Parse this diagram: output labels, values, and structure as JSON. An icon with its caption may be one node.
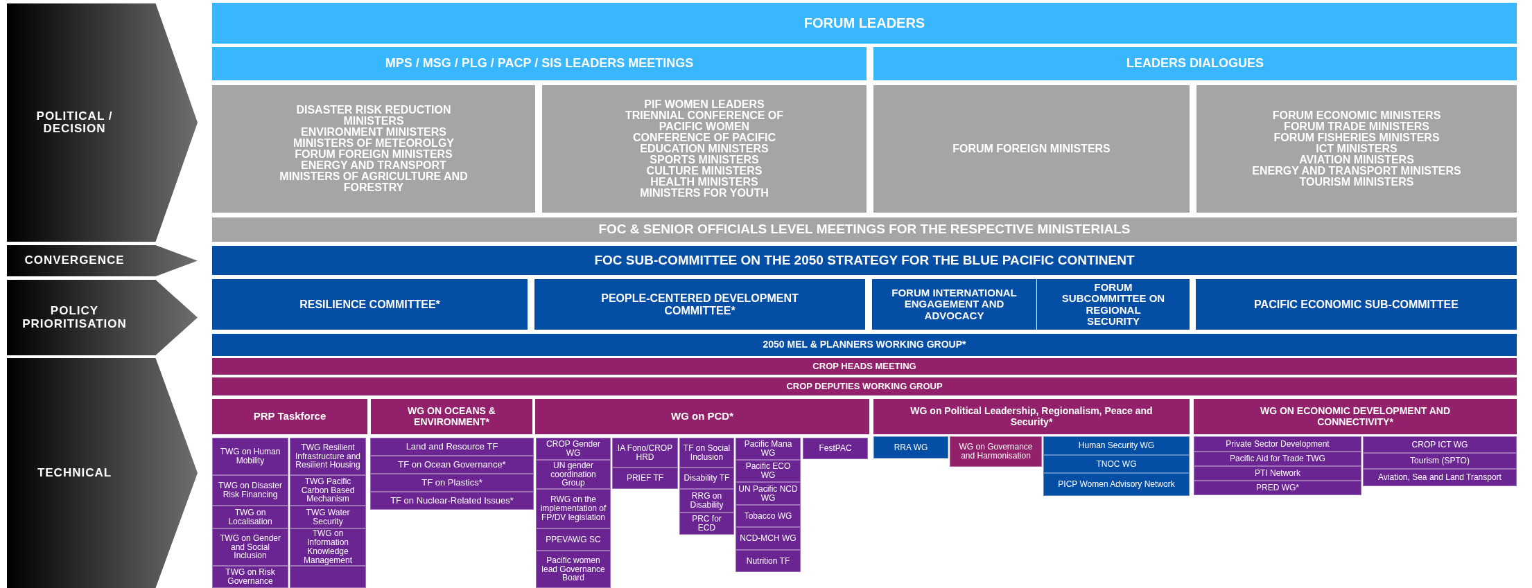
{
  "diagram": {
    "nodes": [
      {
        "text": [
          "POLITICAL / DECISION"
        ]
      },
      {
        "text": [
          "CONVERGENCE"
        ]
      },
      {
        "text": [
          "POLICY PRIORITISATION"
        ]
      },
      {
        "text": [
          "TECHNICAL"
        ]
      },
      {
        "text": [
          "FORUM LEADERS"
        ]
      },
      {
        "text": [
          "MPS / MSG / PLG / PACP / SIS LEADERS MEETINGS"
        ]
      },
      {
        "text": [
          "LEADERS DIALOGUES"
        ]
      },
      {
        "text": [
          "DISASTER RISK REDUCTION MINISTERS",
          "ENVIRONMENT MINISTERS",
          "MINISTERS OF METEOROLGY",
          "FORUM FOREIGN MINISTERS",
          "ENERGY AND TRANSPORT",
          "MINISTERS OF AGRICULTURE AND FORESTRY"
        ]
      },
      {
        "text": [
          "PIF WOMEN LEADERS",
          "TRIENNIAL CONFERENCE OF PACIFIC WOMEN",
          "CONFERENCE OF PACIFIC EDUCATION MINISTERS",
          "SPORTS MINISTERS",
          "CULTURE MINISTERS",
          "HEALTH MINISTERS",
          "MINISTERS FOR YOUTH"
        ]
      },
      {
        "text": [
          "FORUM FOREIGN MINISTERS"
        ]
      },
      {
        "text": [
          "FORUM ECONOMIC MINISTERS",
          "FORUM TRADE MINISTERS",
          "FORUM FISHERIES MINISTERS",
          "ICT MINISTERS",
          "AVIATION MINISTERS",
          "ENERGY AND TRANSPORT MINISTERS",
          "TOURISM MINISTERS"
        ]
      },
      {
        "text": [
          "FOC & SENIOR OFFICIALS LEVEL MEETINGS FOR THE RESPECTIVE MINISTERIALS"
        ]
      },
      {
        "text": [
          "FOC SUB-COMMITTEE ON THE 2050 STRATEGY FOR THE BLUE PACIFIC CONTINENT"
        ]
      },
      {
        "text": [
          "RESILIENCE COMMITTEE*"
        ]
      },
      {
        "text": [
          "PEOPLE-CENTERED DEVELOPMENT COMMITTEE*"
        ]
      },
      {
        "text": [
          "FORUM INTERNATIONAL ENGAGEMENT AND ADVOCACY"
        ]
      },
      {
        "text": [
          "FORUM SUBCOMMITTEE ON REGIONAL SECURITY"
        ]
      },
      {
        "text": [
          "PACIFIC ECONOMIC SUB-COMMITTEE"
        ]
      },
      {
        "text": [
          "2050 MEL & PLANNERS WORKING GROUP*"
        ]
      },
      {
        "text": [
          "CROP HEADS MEETING"
        ]
      },
      {
        "text": [
          "CROP DEPUTIES WORKING GROUP"
        ]
      },
      {
        "text": [
          "PRP Taskforce"
        ]
      },
      {
        "text": [
          "WG ON OCEANS & ENVIRONMENT*"
        ]
      },
      {
        "text": [
          "WG on PCD*"
        ]
      },
      {
        "text": [
          "WG on Political Leadership, Regionalism, Peace and Security*"
        ]
      },
      {
        "text": [
          "WG ON ECONOMIC DEVELOPMENT AND CONNECTIVITY*"
        ]
      },
      {
        "text": [
          "TWG on Human Mobility"
        ]
      },
      {
        "text": [
          "TWG on Disaster Risk Financing"
        ]
      },
      {
        "text": [
          "TWG on Localisation"
        ]
      },
      {
        "text": [
          "TWG on Gender and Social Inclusion"
        ]
      },
      {
        "text": [
          "TWG on Risk Governance"
        ]
      },
      {
        "text": [
          "TWG Resilient Infrastructure and Resilient Housing"
        ]
      },
      {
        "text": [
          "TWG Pacific Carbon Based Mechanism"
        ]
      },
      {
        "text": [
          "TWG Water Security"
        ]
      },
      {
        "text": [
          "TWG on Information Knowledge Management"
        ]
      },
      {
        "text": [],
        "shape": "box"
      },
      {
        "text": [
          "Land and Resource TF"
        ]
      },
      {
        "text": [
          "TF on Ocean Governance*"
        ]
      },
      {
        "text": [
          "TF on Plastics*"
        ]
      },
      {
        "text": [
          "TF on Nuclear-Related Issues*"
        ]
      },
      {
        "text": [
          "CROP Gender WG"
        ]
      },
      {
        "text": [
          "UN gender coordination Group"
        ]
      },
      {
        "text": [
          "RWG on the implementation of FP/DV legislation"
        ]
      },
      {
        "text": [
          "PPEVAWG SC"
        ]
      },
      {
        "text": [
          "Pacific women lead Governance Board"
        ]
      },
      {
        "text": [
          "IA Fono/CROP HRD"
        ]
      },
      {
        "text": [
          "PRIEF TF"
        ]
      },
      {
        "text": [
          "TF on Social Inclusion"
        ]
      },
      {
        "text": [
          "Disability TF"
        ]
      },
      {
        "text": [
          "RRG on Disability"
        ]
      },
      {
        "text": [
          "PRC for ECD"
        ]
      },
      {
        "text": [
          "Pacific Mana WG"
        ]
      },
      {
        "text": [
          "Pacific ECO WG"
        ]
      },
      {
        "text": [
          "UN Pacific NCD WG"
        ]
      },
      {
        "text": [
          "Tobacco WG"
        ]
      },
      {
        "text": [
          "NCD-MCH WG"
        ]
      },
      {
        "text": [
          "Nutrition TF"
        ]
      },
      {
        "text": [
          "FestPAC"
        ]
      },
      {
        "text": [
          "RRA WG"
        ]
      },
      {
        "text": [
          "WG on Governance and Harmonisation"
        ]
      },
      {
        "text": [
          "Human Security WG"
        ]
      },
      {
        "text": [
          "TNOC WG"
        ]
      },
      {
        "text": [
          "PICP Women Advisory Network"
        ]
      },
      {
        "text": [
          "Private Sector Development"
        ]
      },
      {
        "text": [
          "Pacific Aid for Trade TWG"
        ]
      },
      {
        "text": [
          "PTI Network"
        ]
      },
      {
        "text": [
          "PRED WG*"
        ]
      },
      {
        "text": [
          "CROP ICT WG"
        ]
      },
      {
        "text": [
          "Tourism (SPTO)"
        ]
      },
      {
        "text": [
          "Aviation, Sea and Land Transport"
        ]
      }
    ]
  }
}
